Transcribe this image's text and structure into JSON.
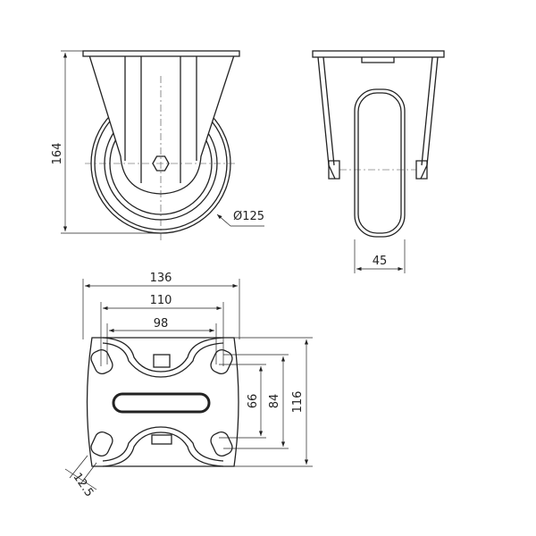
{
  "front_view": {
    "height_label": "164",
    "diameter_label": "Ø125"
  },
  "side_view": {
    "width_label": "45"
  },
  "top_view": {
    "overall_width_label": "136",
    "hole_spacing_outer_label": "110",
    "hole_spacing_inner_label": "98",
    "hole_spacing_v_inner_label": "66",
    "hole_spacing_v_outer_label": "84",
    "overall_length_label": "116",
    "slot_width_label": "12.5"
  },
  "colors": {
    "line": "#222222",
    "background": "#ffffff"
  }
}
